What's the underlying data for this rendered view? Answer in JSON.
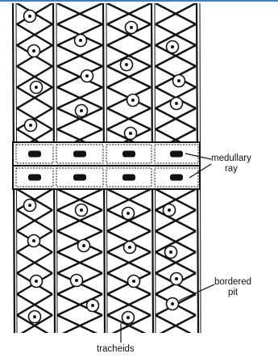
{
  "labels": {
    "medullary_line1": "medullary",
    "medullary_line2": "ray",
    "bordered_line1": "bordered",
    "bordered_line2": "pit",
    "tracheids": "tracheids"
  },
  "colors": {
    "ink": "#111111",
    "cell_fill": "#ffffff",
    "accent_rule": "#3f7fc1"
  }
}
